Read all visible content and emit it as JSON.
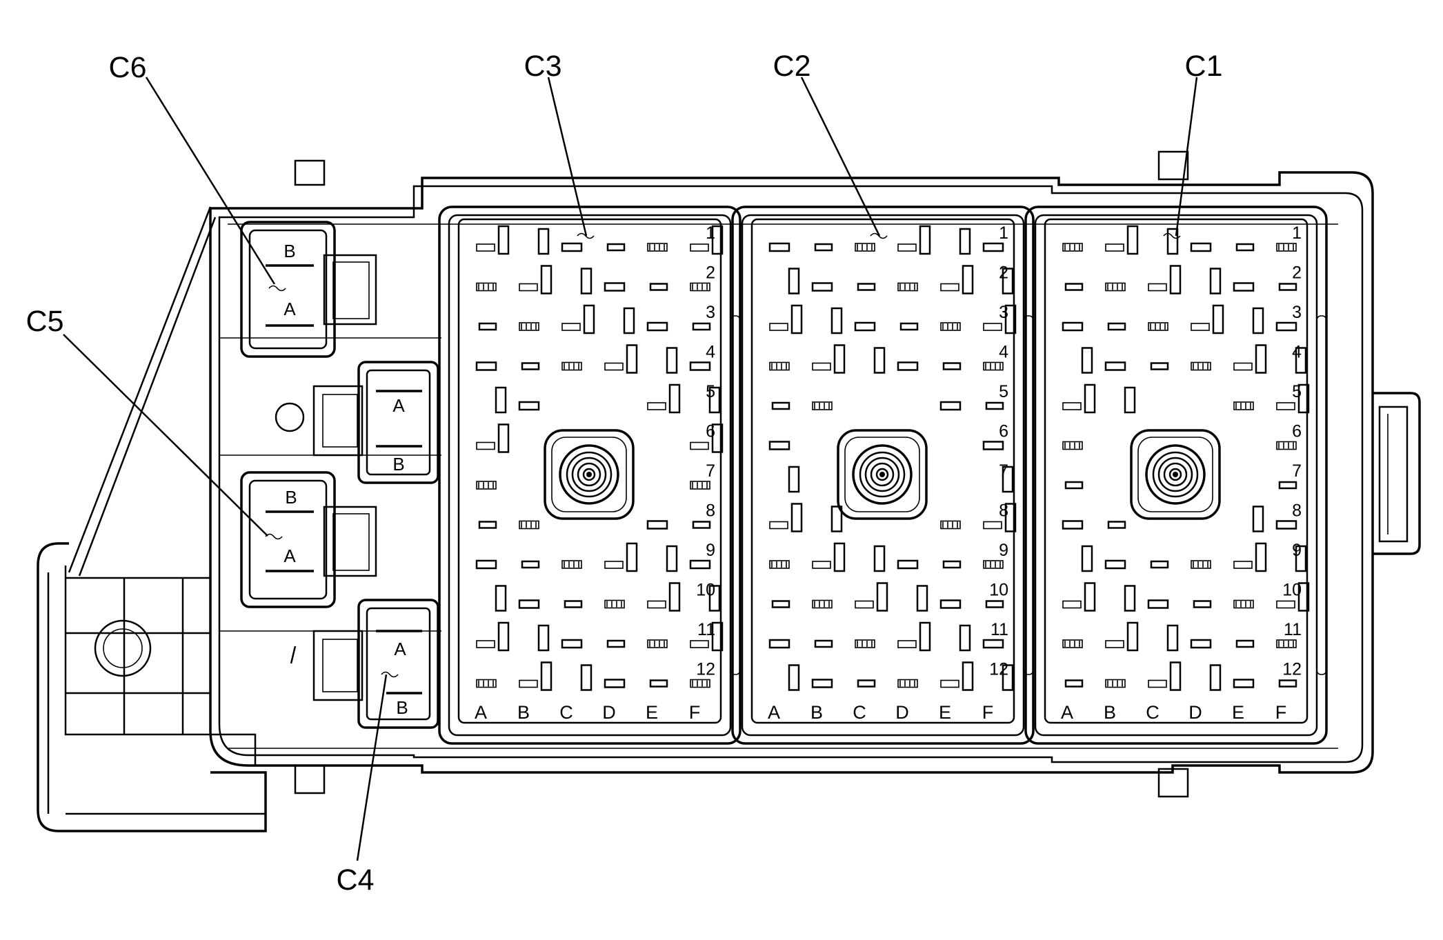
{
  "callouts": {
    "c1": "C1",
    "c2": "C2",
    "c3": "C3",
    "c4": "C4",
    "c5": "C5",
    "c6": "C6"
  },
  "large_connector": {
    "row_labels": [
      "1",
      "2",
      "3",
      "4",
      "5",
      "6",
      "7",
      "8",
      "9",
      "10",
      "11",
      "12"
    ],
    "column_labels": [
      "A",
      "B",
      "C",
      "D",
      "E",
      "F"
    ]
  },
  "small_connectors": {
    "c6": {
      "top": "B",
      "bottom": "A"
    },
    "c5": {
      "top": "B",
      "bottom": "A"
    },
    "c4": {
      "top": "A",
      "bottom": "B"
    },
    "mid": {
      "top": "A",
      "bottom": "B"
    }
  }
}
